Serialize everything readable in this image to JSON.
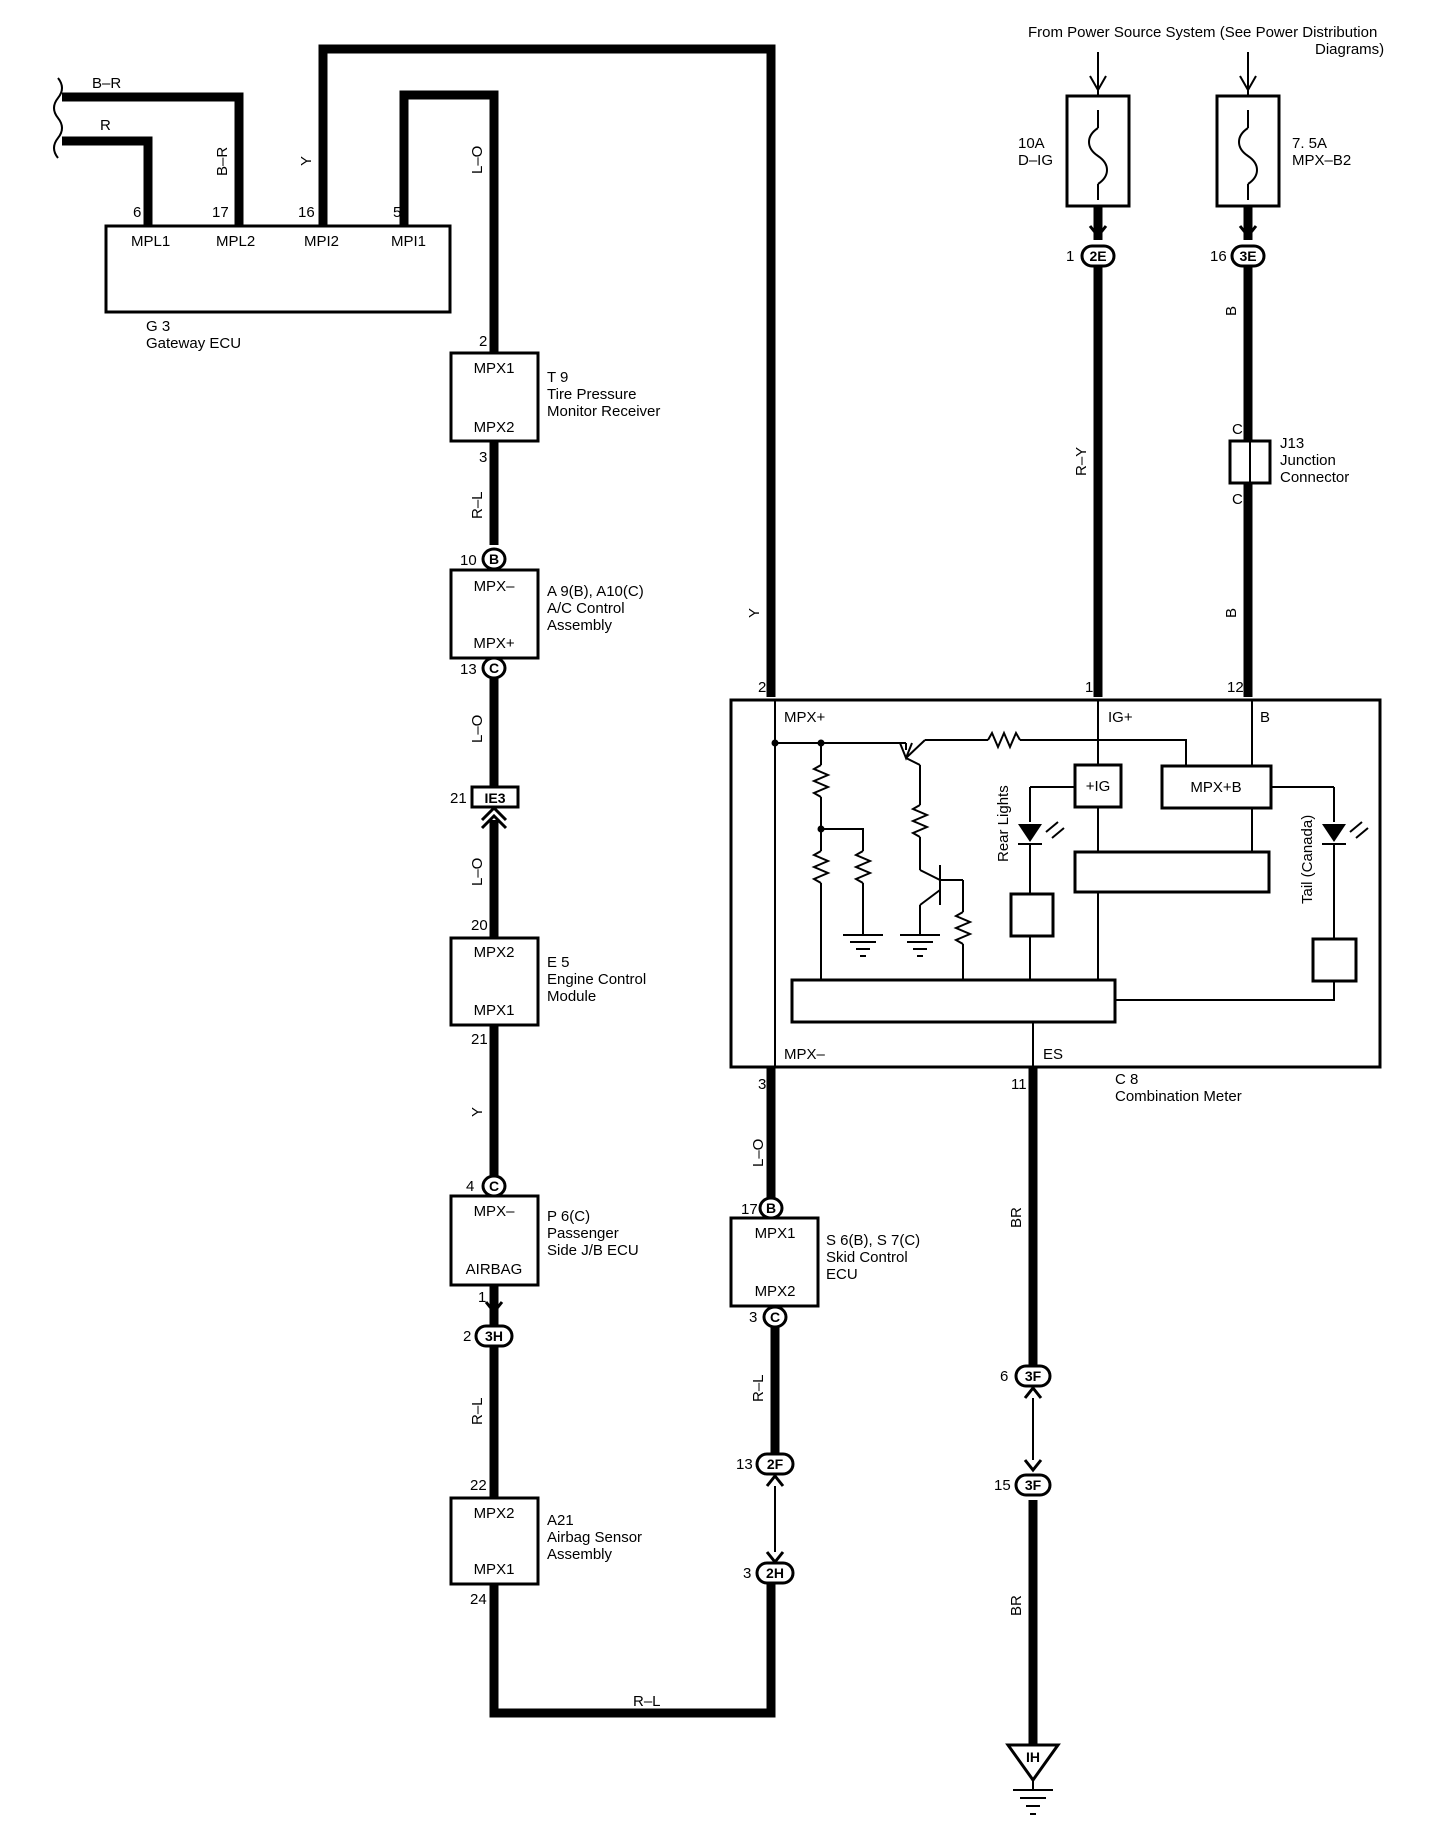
{
  "power_source": {
    "line1": "From Power Source System (See  Power Distribution",
    "line2": "Diagrams)"
  },
  "fuses": [
    {
      "amp": "10A",
      "name": "D–IG"
    },
    {
      "amp": "7. 5A",
      "name": "MPX–B2"
    }
  ],
  "components": {
    "gateway": {
      "id": "G 3",
      "name": "Gateway ECU",
      "pins": [
        "MPL1",
        "MPL2",
        "MPI2",
        "MPI1"
      ],
      "pin_numbers": [
        "6",
        "17",
        "16",
        "5"
      ]
    },
    "tpms": {
      "id": "T 9",
      "name1": "Tire Pressure",
      "name2": "Monitor Receiver",
      "top": "MPX1",
      "bottom": "MPX2",
      "pin_top": "2",
      "pin_bottom": "3"
    },
    "ac": {
      "id": "A 9(B), A10(C)",
      "name1": "A/C Control",
      "name2": "Assembly",
      "top": "MPX–",
      "bottom": "MPX+",
      "pin_top": "10",
      "pin_bottom": "13",
      "conn_top": "B",
      "conn_bottom": "C"
    },
    "ecm": {
      "id": "E 5",
      "name1": "Engine Control",
      "name2": "Module",
      "top": "MPX2",
      "bottom": "MPX1",
      "pin_top": "20",
      "pin_bottom": "21"
    },
    "jb": {
      "id": "P 6(C)",
      "name1": "Passenger",
      "name2": "Side J/B ECU",
      "top": "MPX–",
      "bottom": "AIRBAG",
      "pin_top": "4",
      "pin_bottom": "1",
      "conn_top": "C"
    },
    "airbag": {
      "id": "A21",
      "name1": "Airbag Sensor",
      "name2": "Assembly",
      "top": "MPX2",
      "bottom": "MPX1",
      "pin_top": "22",
      "pin_bottom": "24"
    },
    "skid": {
      "id": "S 6(B), S 7(C)",
      "name1": "Skid Control",
      "name2": "ECU",
      "top": "MPX1",
      "bottom": "MPX2",
      "pin_top": "17",
      "pin_bottom": "3",
      "conn_top": "B",
      "conn_bottom": "C"
    },
    "jc": {
      "id": "J13",
      "name1": "Junction",
      "name2": "Connector",
      "pin": "C"
    },
    "meter": {
      "id": "C 8",
      "name": "Combination Meter",
      "terms": {
        "mpxp": "MPX+",
        "ig": "IG+",
        "b": "B",
        "mpxm": "MPX–",
        "es": "ES"
      },
      "pins": {
        "mpxp": "2",
        "ig": "1",
        "b": "12",
        "mpxm": "3",
        "es": "11"
      },
      "inner": {
        "ig_box": "+IG",
        "mpxb_box": "MPX+B",
        "rear": "Rear Lights",
        "tail": "Tail (Canada)"
      }
    }
  },
  "connectors": {
    "c2e": {
      "code": "2E",
      "pin": "1"
    },
    "c3e": {
      "code": "3E",
      "pin": "16"
    },
    "ie3": {
      "code": "IE3",
      "pin": "21"
    },
    "c3h": {
      "code": "3H",
      "pin": "2"
    },
    "c2f": {
      "code": "2F",
      "pin": "13"
    },
    "c2h": {
      "code": "2H",
      "pin": "3"
    },
    "c3f_a": {
      "code": "3F",
      "pin": "6"
    },
    "c3f_b": {
      "code": "3F",
      "pin": "15"
    },
    "ground": {
      "code": "IH"
    }
  },
  "wire_colors": {
    "br_top": "B–R",
    "r": "R",
    "br": "B–R",
    "y_gw": "Y",
    "lo_gw": "L–O",
    "rl_tpms": "R–L",
    "lo_ac": "L–O",
    "lo_ie": "L–O",
    "y_ecm": "Y",
    "rl_jb": "R–L",
    "y_long": "Y",
    "ry": "R–Y",
    "b1": "B",
    "b2": "B",
    "lo_skid": "L–O",
    "rl_skid": "R–L",
    "rl_bottom": "R–L",
    "br1": "BR",
    "br2": "BR"
  }
}
